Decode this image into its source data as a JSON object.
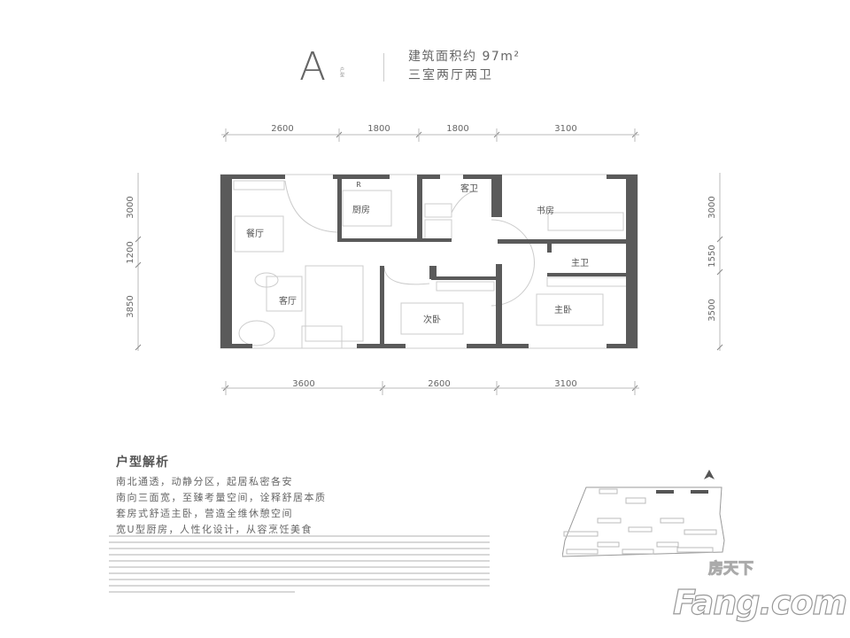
{
  "header": {
    "type_letter": "A",
    "type_small": "户型",
    "area": "建筑面积约 97m²",
    "layout": "三室两厅两卫"
  },
  "dimensions": {
    "top": [
      "2600",
      "1800",
      "1800",
      "3100"
    ],
    "bottom": [
      "3600",
      "2600",
      "3100"
    ],
    "left": [
      "3000",
      "1200",
      "3850"
    ],
    "right": [
      "3000",
      "1550",
      "3500"
    ]
  },
  "rooms": {
    "kitchen": "厨房",
    "fridge": "R",
    "guest_bath": "客卫",
    "study": "书房",
    "dining": "餐厅",
    "living": "客厅",
    "master_bath": "主卫",
    "second_bedroom": "次卧",
    "master_bedroom": "主卧"
  },
  "analysis": {
    "title": "户型解析",
    "features": [
      "南北通透，动静分区，起居私密各安",
      "南向三面宽，至臻考量空间，诠释舒居本质",
      "套房式舒适主卧，营造全维休憩空间",
      "宽U型厨房，人性化设计，从容烹饪美食"
    ]
  },
  "colors": {
    "wall": "#5a5a5a",
    "line": "#bbbbbb",
    "text": "#666666"
  },
  "watermark": {
    "cn": "房天下",
    "en": "Fang.com"
  }
}
